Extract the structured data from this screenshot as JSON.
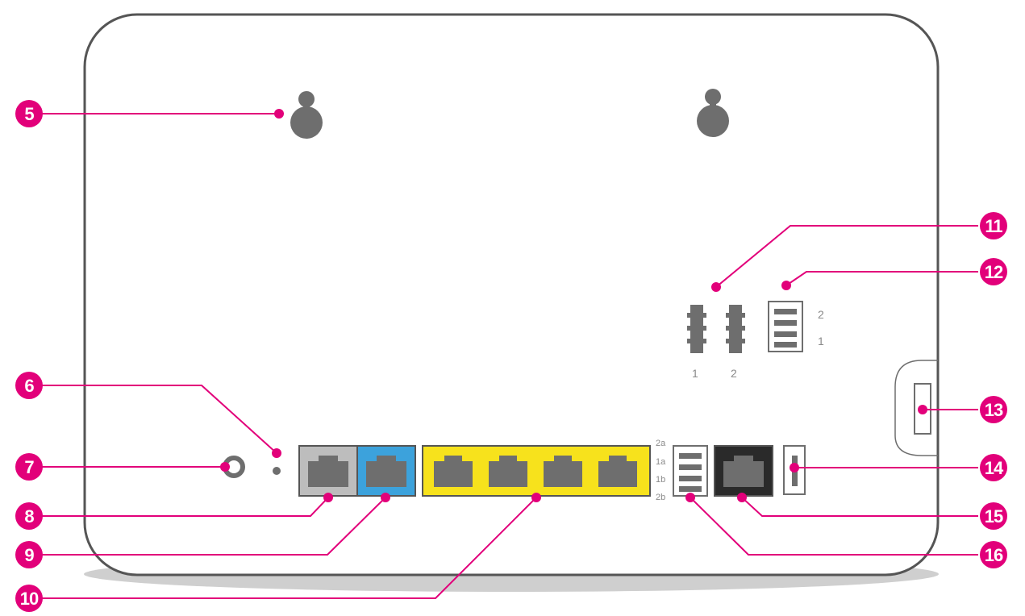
{
  "colors": {
    "callout": "#e2007a",
    "outline": "#555555",
    "port_gray": "#bdbdbd",
    "port_blue": "#3ca2dc",
    "port_yellow": "#f7e21c",
    "port_black": "#2a2a2a",
    "jack": "#6e6e6e",
    "shadow": "#c8c8c8"
  },
  "callouts": {
    "c5": "5",
    "c6": "6",
    "c7": "7",
    "c8": "8",
    "c9": "9",
    "c10": "10",
    "c11": "11",
    "c12": "12",
    "c13": "13",
    "c14": "14",
    "c15": "15",
    "c16": "16"
  },
  "labels": {
    "tae_1": "1",
    "tae_2": "2",
    "usb_2": "2",
    "usb_1": "1",
    "port_2a": "2a",
    "port_1a": "1a",
    "port_1b": "1b",
    "port_2b": "2b"
  },
  "icons": {
    "keyhole": "keyhole-mount-icon",
    "reset": "reset-pinhole-icon",
    "power": "power-socket-icon",
    "lan": "ethernet-port-icon",
    "tae": "tae-connector-icon",
    "usb": "usb-port-icon"
  }
}
